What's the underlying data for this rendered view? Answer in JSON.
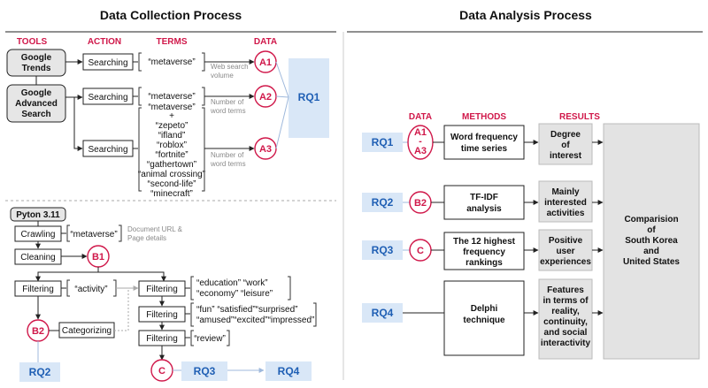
{
  "collection": {
    "title": "Data Collection Process",
    "col_tools": "TOOLS",
    "col_action": "ACTION",
    "col_terms": "TERMS",
    "col_data": "DATA",
    "tool_google_trends": [
      "Google",
      "Trends"
    ],
    "tool_google_advanced": [
      "Google",
      "Advanced",
      "Search"
    ],
    "action_searching": "Searching",
    "term_metaverse": "“metaverse”",
    "term_plus": "+",
    "terms_list": [
      "“zepeto”",
      "“ifland”",
      "“roblox”",
      "“fortnite”",
      "“gathertown”",
      "“animal crossing”",
      "“second-life”",
      "“minecraft”"
    ],
    "note_web": [
      "Web search",
      "volume"
    ],
    "note_words": [
      "Number of",
      "word terms"
    ],
    "data_a1": "A1",
    "data_a2": "A2",
    "data_a3": "A3",
    "rq1": "RQ1",
    "python": "Pyton 3.11",
    "crawling": "Crawling",
    "crawl_term": "“metaverse”",
    "note_doc": [
      "Document URL &",
      "Page details"
    ],
    "cleaning": "Cleaning",
    "b1": "B1",
    "filtering": "Filtering",
    "term_activity": "“activity”",
    "terms_f1": [
      "“education” “work”",
      "“economy” “leisure”"
    ],
    "terms_f2": [
      "“fun”    “satisfied”“surprised”",
      "“amused”“excited”“impressed”"
    ],
    "terms_f3": "“review”",
    "b2": "B2",
    "categorizing": "Categorizing",
    "c": "C",
    "rq2": "RQ2",
    "rq3": "RQ3",
    "rq4": "RQ4"
  },
  "analysis": {
    "title": "Data Analysis Process",
    "col_data": "DATA",
    "col_methods": "METHODS",
    "col_results": "RESULTS",
    "rows": [
      {
        "rq": "RQ1",
        "data": [
          "A1",
          "-",
          "A3"
        ],
        "method": [
          "Word frequency",
          "time series"
        ],
        "result": [
          "Degree",
          "of",
          "interest"
        ]
      },
      {
        "rq": "RQ2",
        "data": [
          "B2"
        ],
        "method": [
          "TF-IDF",
          "analysis"
        ],
        "result": [
          "Mainly",
          "interested",
          "activities"
        ]
      },
      {
        "rq": "RQ3",
        "data": [
          "C"
        ],
        "method": [
          "The 12 highest",
          "frequency",
          "rankings"
        ],
        "result": [
          "Positive",
          "user",
          "experiences"
        ]
      },
      {
        "rq": "RQ4",
        "data": [],
        "method": [
          "Delphi",
          "technique"
        ],
        "result": [
          "Features",
          "in terms of",
          "reality,",
          "continuity,",
          "and social",
          "interactivity"
        ]
      }
    ],
    "comparison": [
      "Comparision",
      "of",
      "South Korea",
      "and",
      "United States"
    ]
  },
  "colors": {
    "accent_red": "#d0184a",
    "rq_blue": "#1f5fb4",
    "rq_fill": "#d9e7f7",
    "gray_fill": "#e6e6e6"
  }
}
